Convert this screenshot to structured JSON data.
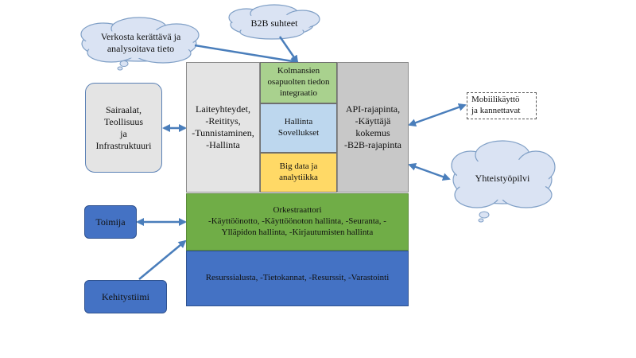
{
  "colors": {
    "grey_box": "#e4e4e4",
    "grey_dark": "#c8c8c8",
    "green_light": "#a9d18e",
    "blue_light": "#bdd7ee",
    "yellow": "#ffd966",
    "green_dark": "#70ad47",
    "blue_dark": "#4472c4",
    "cloud_fill": "#dae3f3",
    "arrow": "#4a7ebb"
  },
  "clouds": {
    "data_collection": "Verkosta kerättävä ja\nanalysoitava tieto",
    "b2b": "B2B  suhteet",
    "cooperation_cloud": "Yhteistyöpilvi"
  },
  "left": {
    "hospitals": "Sairaalat,\nTeollisuus\nja\nInfrastruktuuri",
    "operator": "Toimija",
    "dev_team": "Kehitystiimi"
  },
  "platform": {
    "device_connectivity": "Laiteyhteydet,\n-Reititys,\n-Tunnistaminen,\n-Hallinta",
    "third_party": "Kolmansien\nosapuolten tiedon\nintegraatio",
    "management_apps": "Hallinta\nSovellukset",
    "big_data": "Big data ja\nanalytiikka",
    "api": "API-rajapinta,\n-Käyttäjä\nkokemus\n-B2B-rajapinta",
    "orchestrator": "Orkestraattori\n-Käyttöönotto, -Käyttöönoton hallinta, -Seuranta, -\nYlläpidon hallinta, -Kirjautumisten hallinta",
    "resource_platform": "Resurssialusta,  -Tietokannat,  -Resurssit,  -Varastointi"
  },
  "right": {
    "mobile": "Mobiilikäyttö\nja kannettavat"
  }
}
